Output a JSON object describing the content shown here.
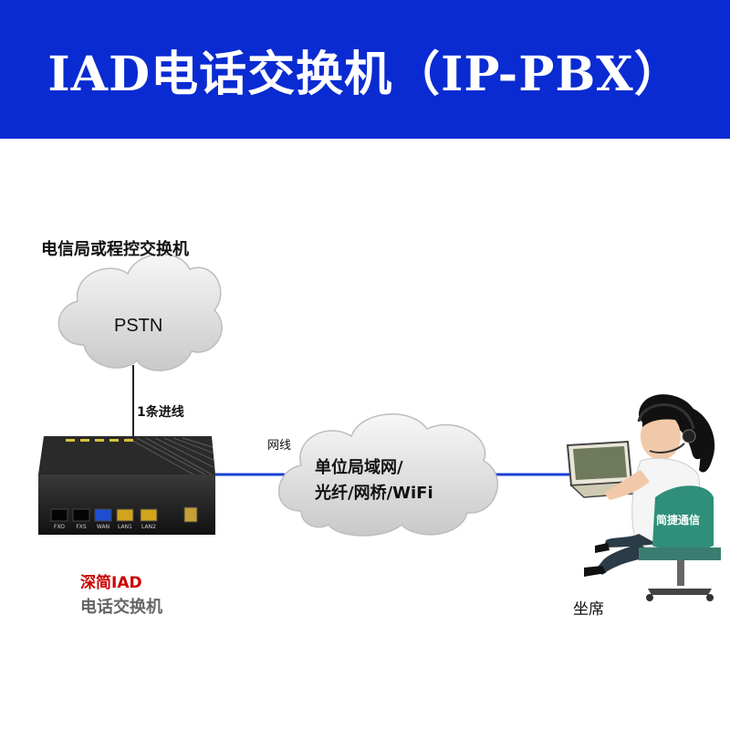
{
  "header": {
    "title": "IAD电话交换机（IP-PBX）"
  },
  "colors": {
    "banner": "#0a2bd1",
    "link": "#1a3fd6",
    "brand_red": "#cc0000"
  },
  "pstn": {
    "caption": "电信局或程控交换机",
    "cloud_label": "PSTN",
    "line_label": "1条进线"
  },
  "device": {
    "ports": [
      "FXO",
      "FXS",
      "WAN",
      "LAN1",
      "LAN2"
    ],
    "brand": "深简IAD",
    "name": "电话交换机"
  },
  "network": {
    "cable_label": "网线",
    "cloud_line1": "单位局域网/",
    "cloud_line2": "光纤/网桥/WiFi"
  },
  "seat": {
    "label": "坐席",
    "chair_text": "简捷通信"
  }
}
